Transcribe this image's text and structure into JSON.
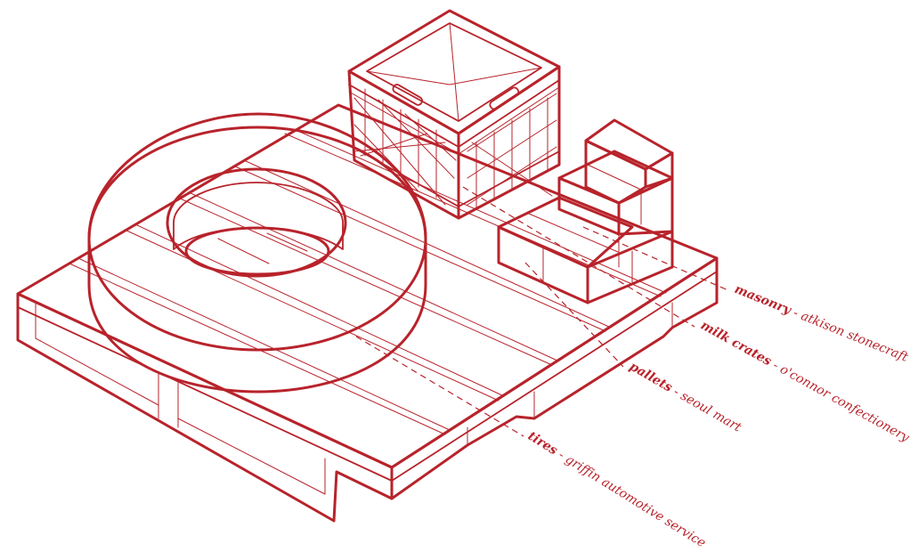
{
  "colors": {
    "line": "#b8232b",
    "face_light": "#fdf1ee",
    "face_mid": "#f8ddd6",
    "face_dark": "#f0c4ba"
  },
  "labels": [
    {
      "key": "masonry",
      "material": "masonry",
      "separator": " - ",
      "source": "atkison stonecraft"
    },
    {
      "key": "milk_crates",
      "material": "milk crates",
      "separator": " - ",
      "source": "o'connor confectionery"
    },
    {
      "key": "pallets",
      "material": "pallets",
      "separator": " - ",
      "source": "seoul mart"
    },
    {
      "key": "tires",
      "material": "tires",
      "separator": " - ",
      "source": "griffin automotive service"
    }
  ]
}
